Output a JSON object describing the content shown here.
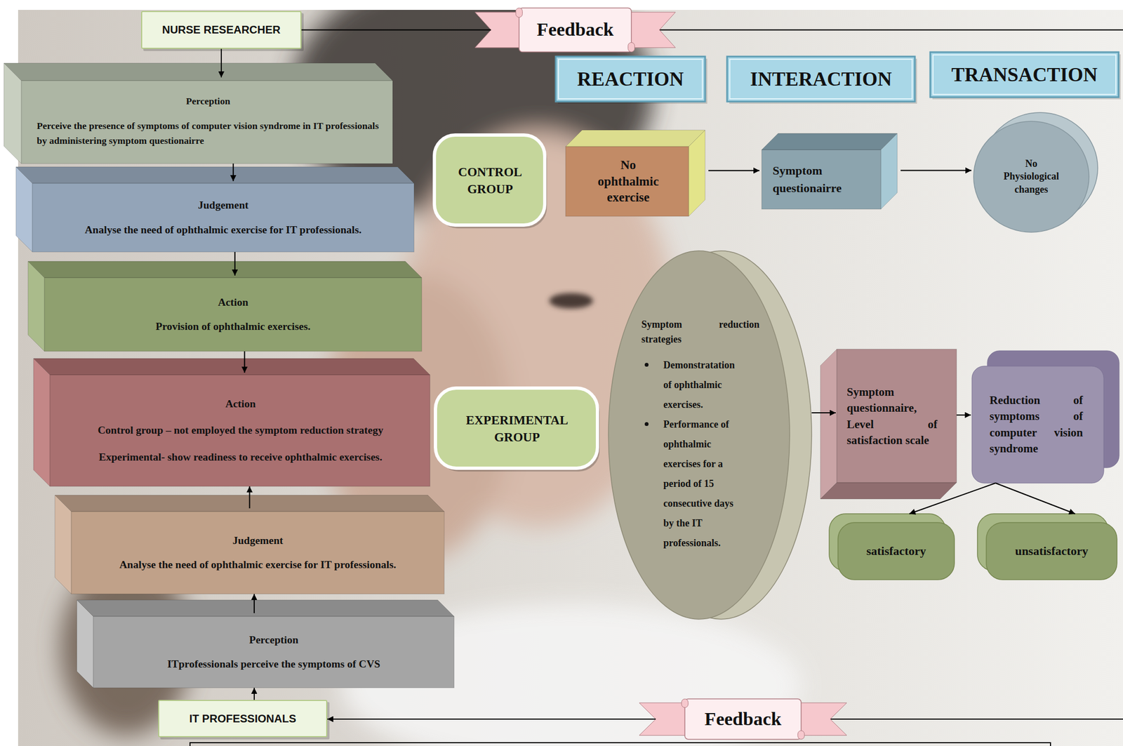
{
  "diagram": {
    "nodes": [
      {
        "text": [
          "NURSE RESEARCHER"
        ]
      },
      {
        "text": [
          "Feedback"
        ]
      },
      {
        "text": [
          "REACTION"
        ]
      },
      {
        "text": [
          "INTERACTION"
        ]
      },
      {
        "text": [
          "TRANSACTION"
        ]
      },
      {
        "text": [
          "Perception",
          "Perceive the presence of symptoms of computer vision syndrome in IT professionals by administering symptom questionairre"
        ]
      },
      {
        "text": [
          "CONTROL GROUP"
        ]
      },
      {
        "text": [
          "No ophthalmic exercise"
        ]
      },
      {
        "text": [
          "Symptom questionairre"
        ]
      },
      {
        "text": [
          "No Physiological changes"
        ]
      },
      {
        "text": [
          "Judgement",
          "Analyse the need of ophthalmic exercise for IT professionals."
        ]
      },
      {
        "text": [
          "Action",
          "Provision of ophthalmic exercises."
        ]
      },
      {
        "text": [
          "Symptom reduction strategies",
          "Demonstratation of ophthalmic exercises.",
          "Performance of ophthalmic exercises for a period of 15 consecutive days by the IT professionals."
        ]
      },
      {
        "text": [
          "Action",
          "Control group – not employed the symptom reduction strategy",
          "Experimental- show readiness to receive ophthalmic exercises."
        ]
      },
      {
        "text": [
          "EXPERIMENTAL GROUP"
        ]
      },
      {
        "text": [
          "Symptom questionnaire, Level of satisfaction scale"
        ]
      },
      {
        "text": [
          "Reduction of symptoms of computer vision syndrome"
        ]
      },
      {
        "text": [
          "Judgement",
          "Analyse the need of ophthalmic exercise for IT professionals."
        ]
      },
      {
        "text": [
          "satisfactory"
        ]
      },
      {
        "text": [
          "unsatisfactory"
        ]
      },
      {
        "text": [
          "Perception",
          "ITprofessionals perceive the symptoms of CVS"
        ]
      },
      {
        "text": [
          "IT PROFESSIONALS"
        ]
      },
      {
        "text": [
          "Feedback"
        ]
      }
    ],
    "edges": [
      {
        "from": 0,
        "to": 1,
        "arrow": "none"
      },
      {
        "from": 0,
        "to": 5,
        "arrow": "to"
      },
      {
        "from": 5,
        "to": 10,
        "arrow": "to"
      },
      {
        "from": 10,
        "to": 11,
        "arrow": "to"
      },
      {
        "from": 11,
        "to": 13,
        "arrow": "to"
      },
      {
        "from": 17,
        "to": 13,
        "arrow": "to"
      },
      {
        "from": 20,
        "to": 17,
        "arrow": "to"
      },
      {
        "from": 21,
        "to": 20,
        "arrow": "to"
      },
      {
        "from": 22,
        "to": 21,
        "arrow": "to"
      },
      {
        "from": 7,
        "to": 8,
        "arrow": "to"
      },
      {
        "from": 8,
        "to": 9,
        "arrow": "to"
      },
      {
        "from": 12,
        "to": 15,
        "arrow": "to"
      },
      {
        "from": 15,
        "to": 16,
        "arrow": "to"
      },
      {
        "from": 16,
        "to": 18,
        "arrow": "to"
      },
      {
        "from": 16,
        "to": 19,
        "arrow": "to"
      }
    ]
  }
}
